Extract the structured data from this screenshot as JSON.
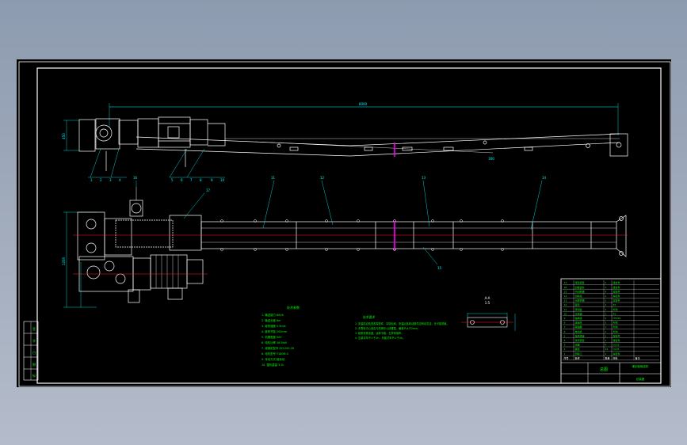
{
  "drawing": {
    "overall_dim": "8000",
    "side_dim": "1200",
    "dim_small_left": "450",
    "dim_small_right": "300",
    "section_label": "A-A",
    "section_scale": "1:5",
    "tech_title": "技术参数",
    "tech_params": [
      "1. 输送能力    80t/h",
      "2. 输送长度    8m",
      "3. 链条速度    0.5m/s",
      "4. 链条节距    200mm",
      "5. 机槽宽度    500",
      "6. 电机功率    18.5kW",
      "7. 减速机型号  ZLY-200-16",
      "8. 电机型号    Y180M-4",
      "9. 传动方式    链传动",
      "10. 整机重量   3.2t"
    ],
    "notes_title": "技术要求",
    "notes": [
      "1. 安装前应检查各零部件，清除毛刺，安装后各转动部件应转动灵活，无卡阻现象。",
      "2. 头尾轮中心线应与机槽中心线垂直，偏差不大于2mm。",
      "3. 链条张紧适度，运转平稳，无异常噪声。",
      "4. 空载试车不少于2h，负载试车不少于4h。"
    ],
    "part_numbers": [
      "1",
      "2",
      "3",
      "4",
      "5",
      "6",
      "7",
      "8",
      "9",
      "10",
      "11",
      "12",
      "13",
      "14",
      "15",
      "16",
      "17"
    ]
  },
  "title_block": {
    "title": "总图",
    "subtitle": "埋刮板输送机",
    "drawing_no": "总装图",
    "bom_rows": [
      [
        "17",
        "尾轮装置",
        "1",
        "组合件",
        ""
      ],
      [
        "16",
        "刮板链条",
        "1",
        "组合件",
        ""
      ],
      [
        "15",
        "中间机槽",
        "4",
        "焊接件",
        ""
      ],
      [
        "14",
        "加料段",
        "1",
        "焊接件",
        ""
      ],
      [
        "13",
        "头部机槽",
        "1",
        "焊接件",
        ""
      ],
      [
        "12",
        "链轮",
        "1",
        "45",
        ""
      ],
      [
        "11",
        "传动链",
        "1",
        "外购",
        ""
      ],
      [
        "10",
        "头轮轴",
        "1",
        "45",
        ""
      ],
      [
        "9",
        "轴承座",
        "2",
        "HT200",
        ""
      ],
      [
        "8",
        "减速机",
        "1",
        "外购",
        ""
      ],
      [
        "7",
        "联轴器",
        "1",
        "外购",
        ""
      ],
      [
        "6",
        "电动机",
        "1",
        "外购",
        ""
      ],
      [
        "5",
        "电机底座",
        "1",
        "焊接件",
        ""
      ],
      [
        "4",
        "张紧装置",
        "1",
        "组合件",
        ""
      ],
      [
        "3",
        "支腿",
        "4",
        "Q235",
        ""
      ],
      [
        "2",
        "螺栓",
        "24",
        "Q235",
        ""
      ],
      [
        "1",
        "卸料口",
        "1",
        "焊接件",
        ""
      ]
    ],
    "bom_header": [
      "序号",
      "名称",
      "数量",
      "材料",
      "备注"
    ]
  },
  "left_strip": [
    "签",
    "字",
    "日",
    "期",
    "标"
  ],
  "colors": {
    "frame": "#ffffff",
    "geometry": "#ffffff",
    "dimension": "#00ffff",
    "text": "#00ff00",
    "centerline": "#ff2020",
    "highlight": "#ff00ff",
    "leader": "#00ffff"
  }
}
